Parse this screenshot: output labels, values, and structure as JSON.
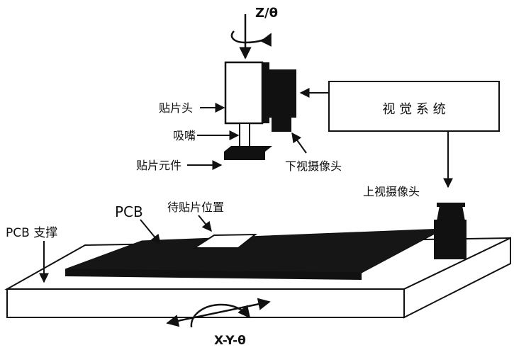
{
  "labels": {
    "z_theta": "Z/θ",
    "placement_head": "贴片头",
    "nozzle": "吸嘴",
    "component": "贴片元件",
    "down_camera": "下视摄像头",
    "vision_system": "视 觉 系 统",
    "up_camera": "上视摄像头",
    "pcb": "PCB",
    "placement_position": "待贴片位置",
    "pcb_support": "PCB 支撑",
    "xy_theta": "X-Y-θ"
  },
  "colors": {
    "ink": "#111111",
    "paper": "#ffffff",
    "pcb_fill": "#161616"
  }
}
